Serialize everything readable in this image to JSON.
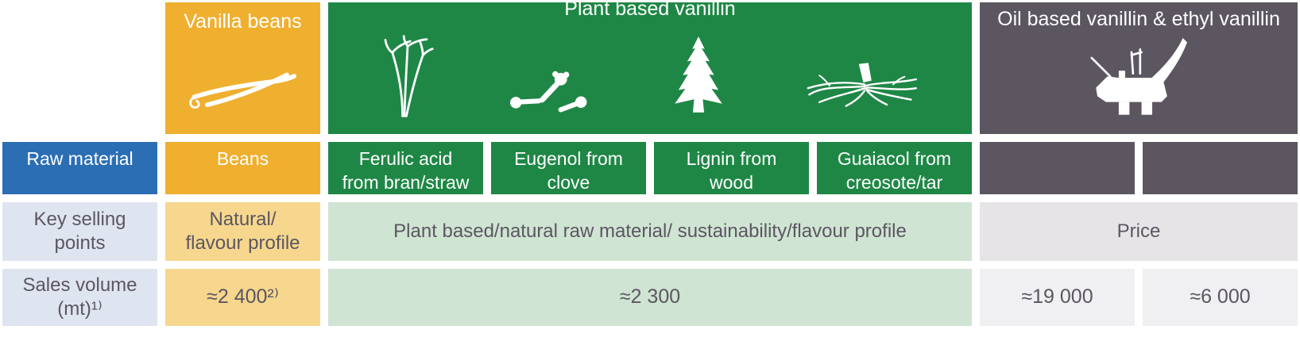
{
  "palette": {
    "yellow": "#EFAF2F",
    "yellow_light": "#F6D78D",
    "green": "#1F8746",
    "green_light": "#CFE4D2",
    "gray_dark": "#5C5661",
    "gray_light": "#E6E4E6",
    "gray_lighter": "#F0EFF1",
    "blue": "#2C6EB4",
    "blue_light": "#DFE5F0",
    "text_dark": "#5B5662",
    "white": "#FFFFFF"
  },
  "header": {
    "vanilla": {
      "title": "Vanilla beans",
      "icon": "vanilla-bean-icon"
    },
    "plant": {
      "title": "Plant based vanillin",
      "icons": [
        "straw-icon",
        "clove-icon",
        "tree-icon",
        "roots-icon"
      ]
    },
    "oil": {
      "title": "Oil based vanillin & ethyl vanillin",
      "icon": "oil-rig-icon"
    }
  },
  "rows": {
    "raw_material": {
      "label": "Raw material",
      "vanilla": "Beans",
      "plant": [
        "Ferulic acid\nfrom bran/straw",
        "Eugenol from\nclove",
        "Lignin from\nwood",
        "Guaiacol from\ncreosote/tar"
      ],
      "oil": [
        "",
        ""
      ]
    },
    "key_selling": {
      "label": "Key selling\npoints",
      "vanilla": "Natural/\nflavour profile",
      "plant": "Plant based/natural raw material/ sustainability/flavour profile",
      "oil": "Price"
    },
    "sales_volume": {
      "label": "Sales volume\n(mt)¹⁾",
      "vanilla": "≈2 400²⁾",
      "plant": "≈2 300",
      "oil": [
        "≈19 000",
        "≈6 000"
      ]
    }
  }
}
